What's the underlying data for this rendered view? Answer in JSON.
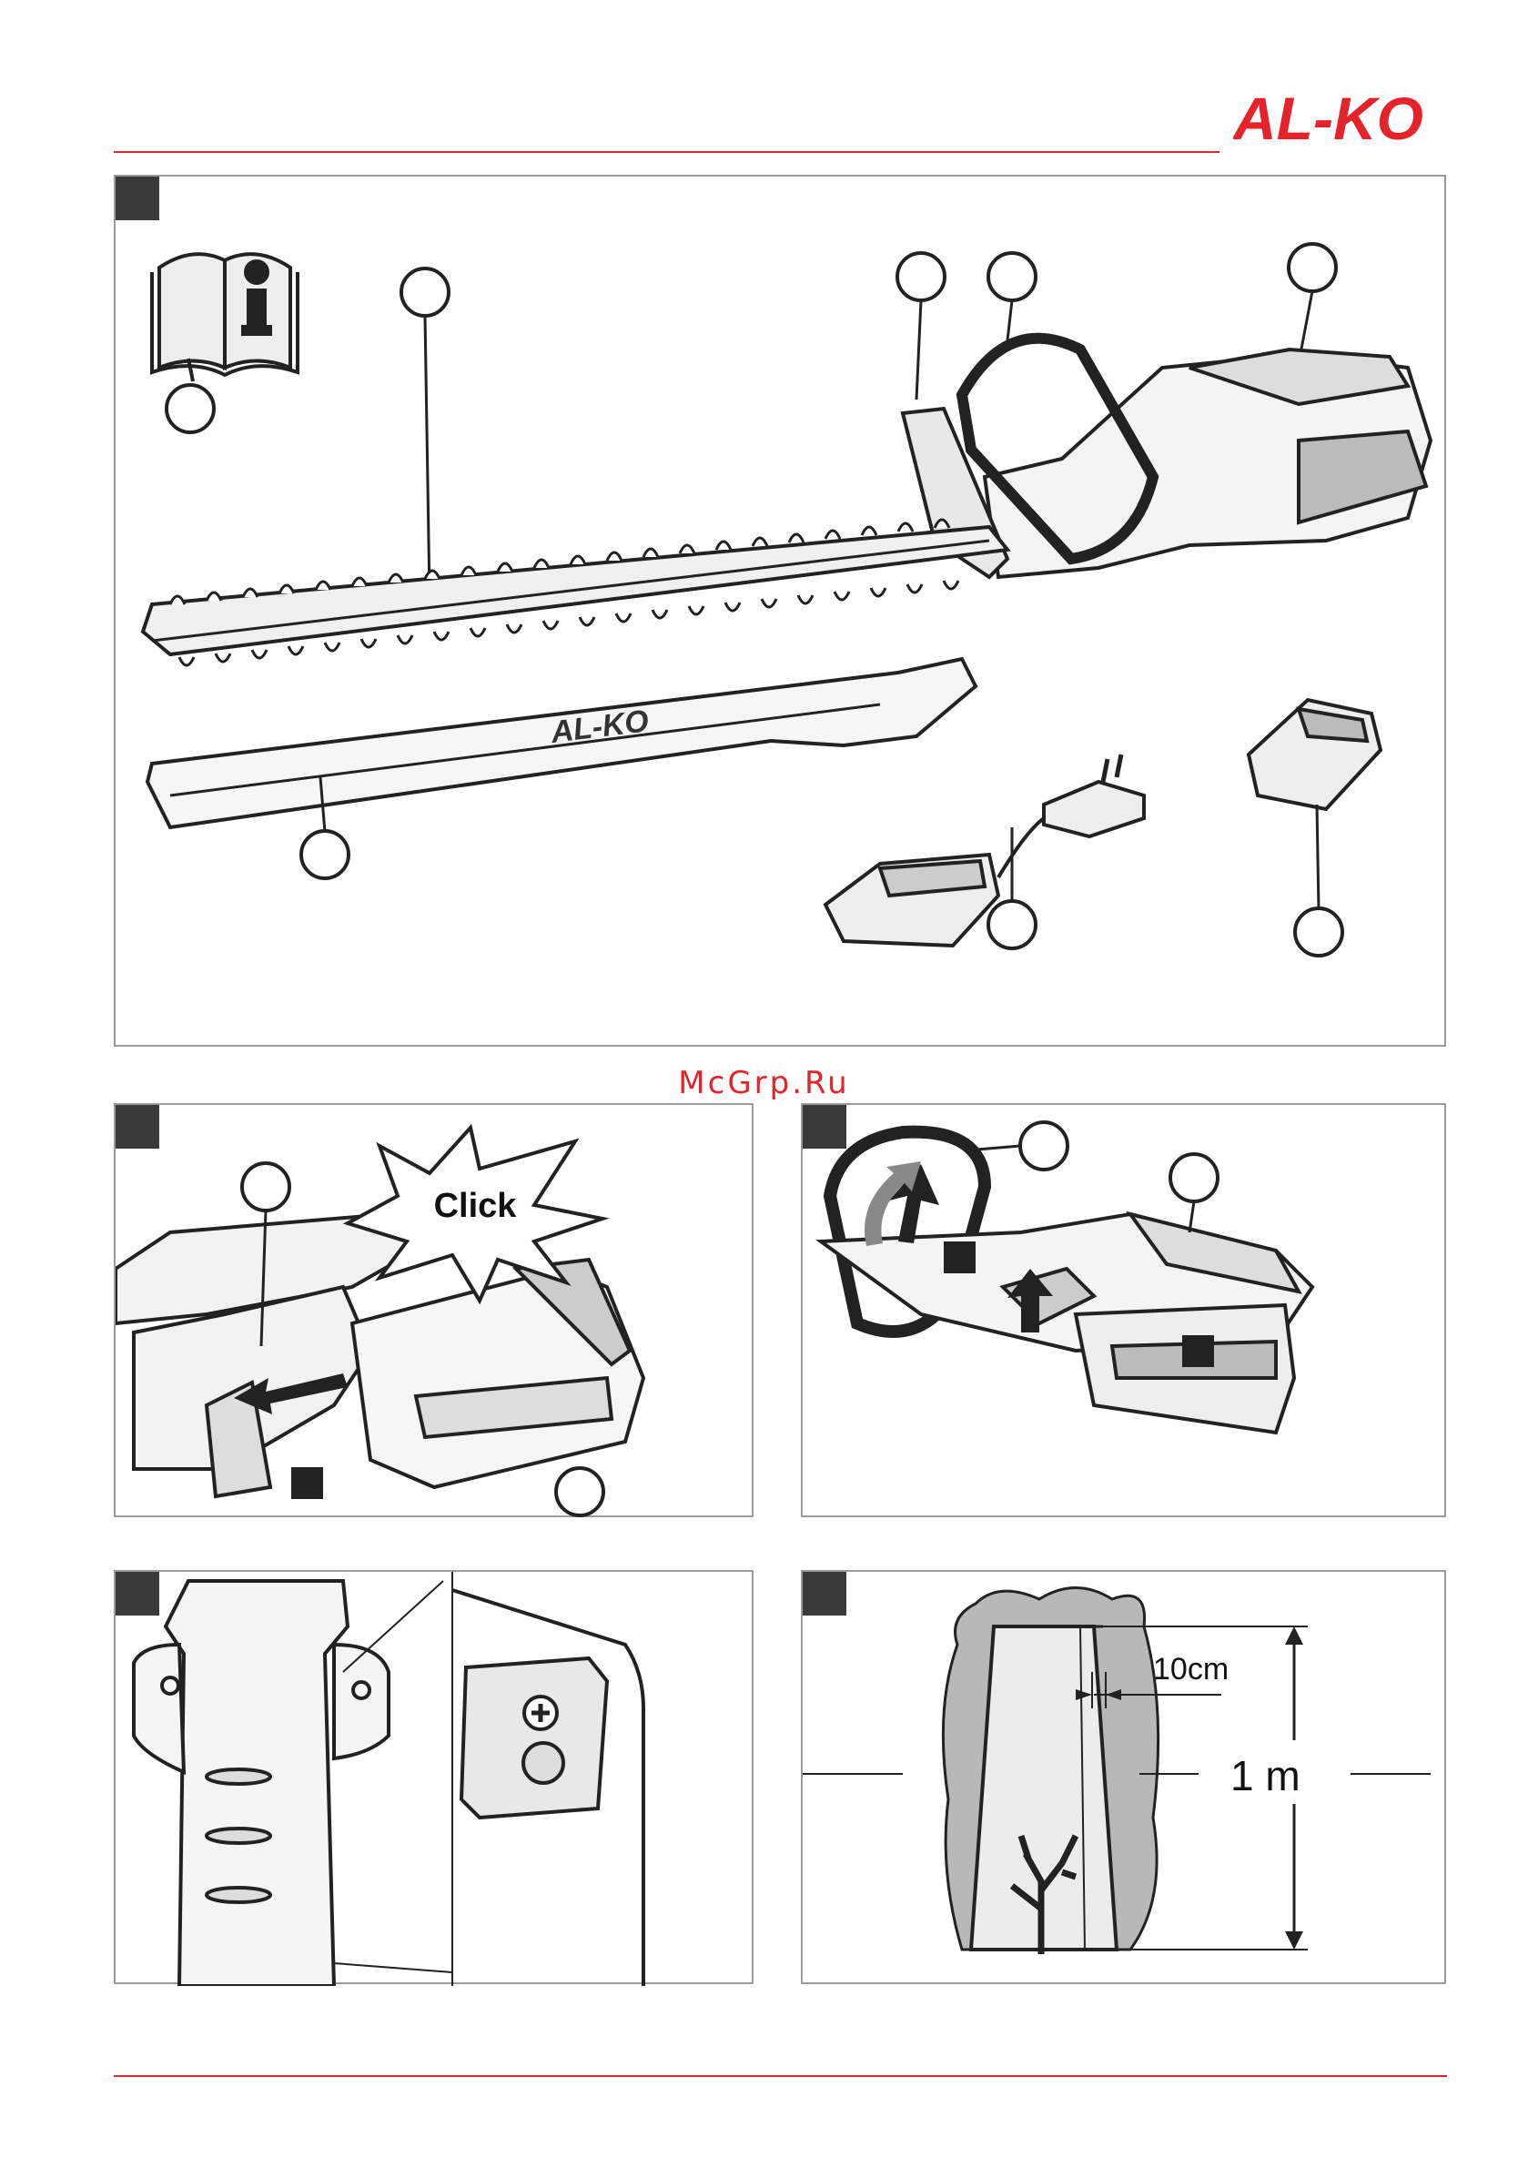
{
  "brand": {
    "logo_text": "AL-KO",
    "color": "#e4232b"
  },
  "watermark": "McGrp.Ru",
  "colors": {
    "accent": "#e4232b",
    "panel_border": "#9a9a9a",
    "corner_marker": "#3a3a3a"
  },
  "figures": {
    "overview": {
      "blade_logo": "AL-KO"
    },
    "battery_insert": {
      "label": "Click"
    },
    "hedge_cut": {
      "width_label": "10cm",
      "height_label": "1 m"
    }
  },
  "icons": [
    "info-manual-icon",
    "callout-circle-icon",
    "direction-arrow-icon",
    "screw-icon"
  ]
}
